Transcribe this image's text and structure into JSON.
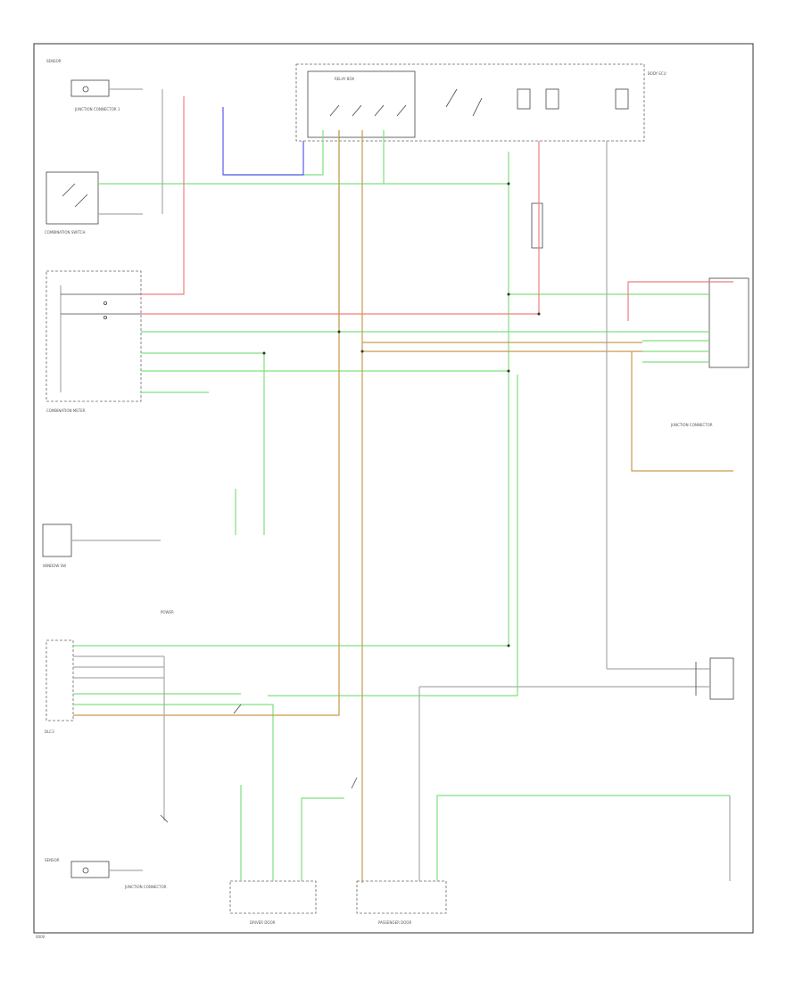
{
  "diagram": {
    "wire_colors": {
      "green": "#7fe07f",
      "red": "#ef7f7f",
      "blue": "#5a5af0",
      "orange": "#c99a4a",
      "gray": "#aaaaaa",
      "black": "#444444"
    },
    "labels": {
      "sensor_tl": "SENSOR",
      "junction_tl": "JUNCTION CONNECTOR 1",
      "combination_switch": "COMBINATION SWITCH",
      "combination_meter": "COMBINATION METER",
      "body_ecu": "BODY ECU",
      "relay_box": "RELAY BOX",
      "junction_r": "JUNCTION CONNECTOR",
      "dlc3": "DLC3",
      "window_sw": "WINDOW SW",
      "power_sw": "POWER",
      "junction_bl": "JUNCTION CONNECTOR",
      "sensor_bl": "SENSOR",
      "driver_door": "DRIVER DOOR",
      "passenger_door": "PASSENGER DOOR",
      "page_ref": "0000"
    }
  }
}
